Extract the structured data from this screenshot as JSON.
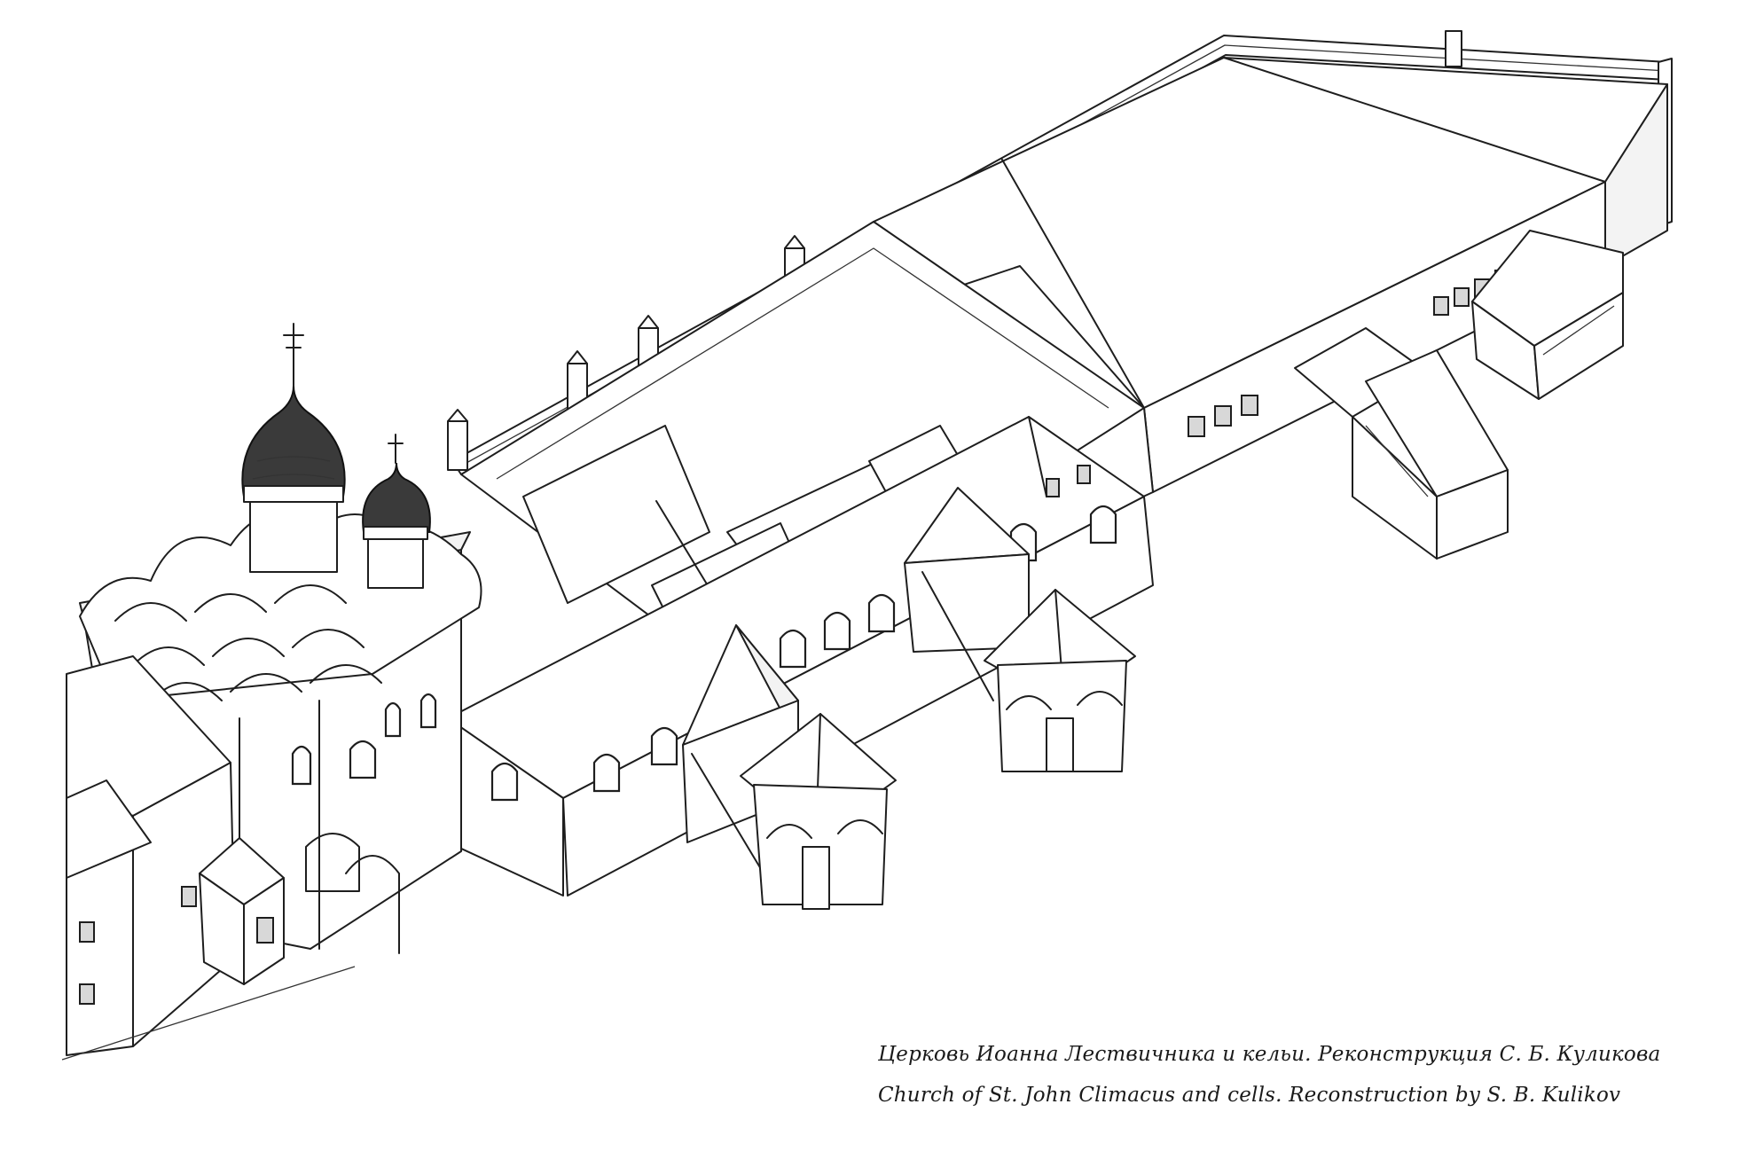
{
  "caption": {
    "russian": "Церковь Иоанна Лествичника и кельи. Реконструкция С. Б. Куликова",
    "english": "Church of St. John Climacus and cells. Reconstruction by S. B. Kulikov"
  },
  "illustration": {
    "style": "black-and-white line drawing",
    "ink_color": "#1e1e1e",
    "background_color": "#ffffff"
  }
}
